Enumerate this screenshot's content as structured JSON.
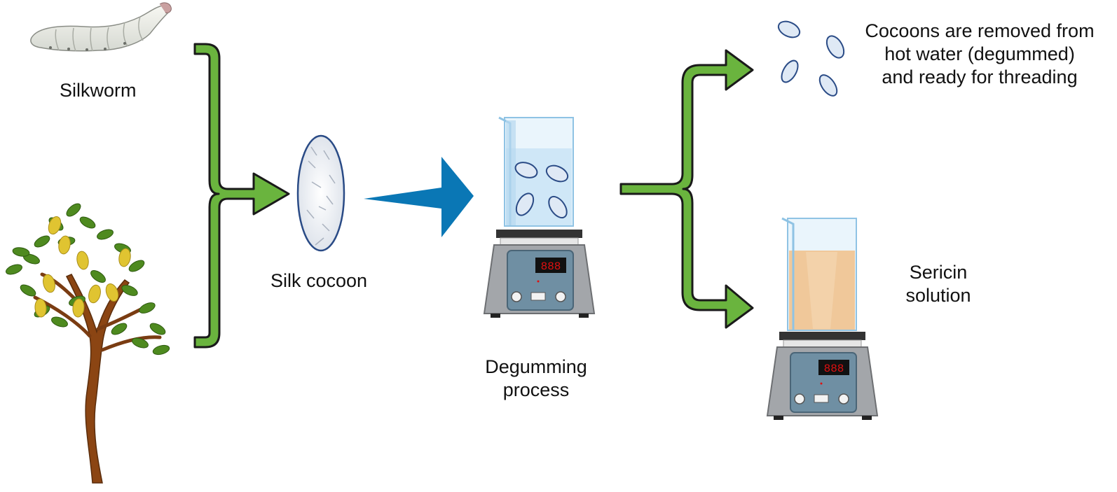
{
  "labels": {
    "silkworm": "Silkworm",
    "silk_cocoon": "Silk cocoon",
    "degumming": [
      "Degumming",
      "process"
    ],
    "removed": [
      "Cocoons are removed from",
      "hot water (degummed)",
      "and ready for threading"
    ],
    "sericin": [
      "Sericin",
      "solution"
    ]
  },
  "colors": {
    "arrow_green": "#6ab43e",
    "arrow_outline": "#1a1a1a",
    "arrow_blue": "#0a77b5",
    "water": "#cfe7f7",
    "sericin_liquid": "#f0c89a",
    "cocoon_fill": "#dfe9f5",
    "cocoon_outline": "#2a4b86",
    "tree_trunk": "#8b4513",
    "leaf": "#4e8a1f",
    "fruit": "#e0c431",
    "stirrer_body": "#a3a6aa",
    "display_panel": "#6f8fa3",
    "display_led": "#e01010"
  },
  "icons": [
    "silkworm-icon",
    "tree-icon",
    "cocoon-icon",
    "beaker-icon",
    "hotplate-stirrer-icon"
  ]
}
